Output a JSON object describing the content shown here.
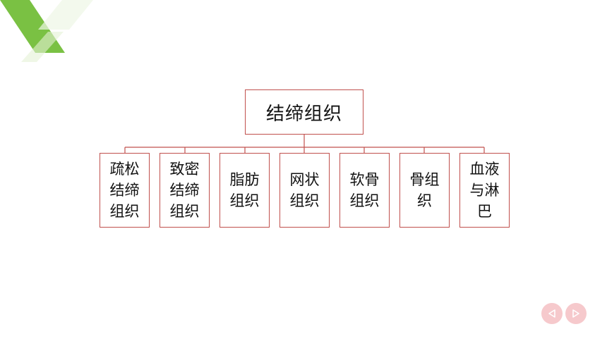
{
  "diagram": {
    "root": {
      "label": "结缔组织"
    },
    "children": [
      {
        "label": "疏松结缔组织"
      },
      {
        "label": "致密结缔组织"
      },
      {
        "label": "脂肪组织"
      },
      {
        "label": "网状组织"
      },
      {
        "label": "软骨组织"
      },
      {
        "label": "骨组织"
      },
      {
        "label": "血液与淋巴"
      }
    ]
  },
  "navigation": {
    "prev_icon": "triangle-left-icon",
    "next_icon": "triangle-right-icon"
  },
  "colors": {
    "node_border": "#c0504d",
    "connector": "#c0504d",
    "accent_green": "#7ac143",
    "nav_button_bg": "#f6c9cc",
    "nav_icon_fill": "#ffffff"
  }
}
